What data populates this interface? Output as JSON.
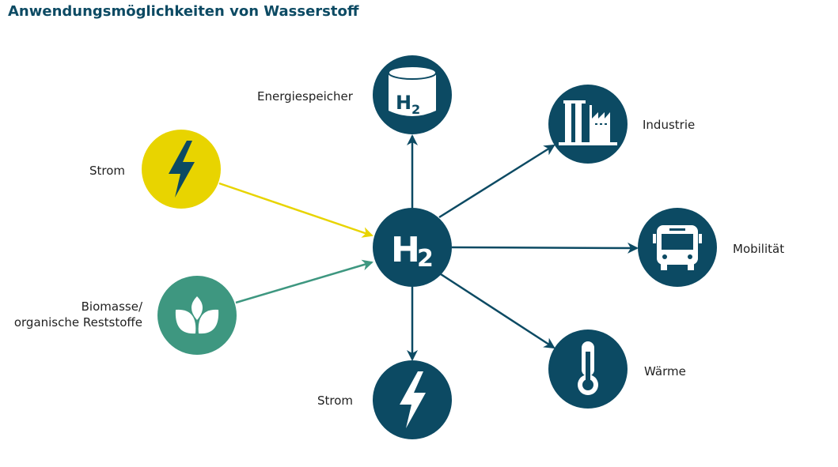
{
  "title": "Anwendungsmöglichkeiten von Wasserstoff",
  "center": "H2",
  "inputs": [
    {
      "label": "Strom",
      "icon": "lightning-icon",
      "color": "#e8d400"
    },
    {
      "label_line1": "Biomasse/",
      "label_line2": "organische Reststoffe",
      "icon": "leaf-icon",
      "color": "#3e9780"
    }
  ],
  "outputs": [
    {
      "label": "Energiespeicher",
      "icon": "h2-tank-icon"
    },
    {
      "label": "Industrie",
      "icon": "factory-icon"
    },
    {
      "label": "Mobilität",
      "icon": "bus-icon"
    },
    {
      "label": "Wärme",
      "icon": "thermometer-icon"
    },
    {
      "label": "Strom",
      "icon": "lightning-icon"
    }
  ],
  "colors": {
    "primary": "#0c4a63"
  }
}
